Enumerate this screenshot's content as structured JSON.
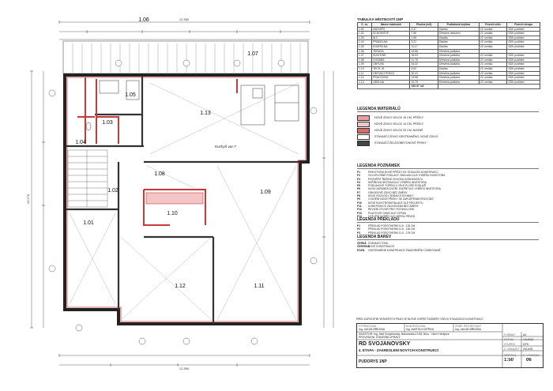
{
  "drawing": {
    "rooms": [
      {
        "id": "1.05",
        "label": "1.05"
      },
      {
        "id": "1.04",
        "label": "1.04"
      },
      {
        "id": "1.03",
        "label": "1.03"
      },
      {
        "id": "1.13",
        "label": "1.13"
      },
      {
        "id": "1.06",
        "label": "1.06"
      },
      {
        "id": "1.07",
        "label": "1.07"
      },
      {
        "id": "1.08",
        "label": "1.08"
      },
      {
        "id": "1.02",
        "label": "1.02"
      },
      {
        "id": "1.09",
        "label": "1.09"
      },
      {
        "id": "1.10",
        "label": "1.10"
      },
      {
        "id": "1.01",
        "label": "1.01"
      },
      {
        "id": "1.12",
        "label": "1.12"
      },
      {
        "id": "1.11",
        "label": "1.11"
      }
    ],
    "annotation_kuchyn": "Kuchyň var.7",
    "top_dimension": "12.360",
    "bottom_dimension": "12.360",
    "left_dimension": "13.170"
  },
  "room_table": {
    "title": "TABULKA MÍSTNOSTÍ 1NP",
    "headers": [
      "Č. m.",
      "Název místnosti",
      "Plocha (m2)",
      "Podlahová krytina",
      "Povrch stěn",
      "Povrch stropu"
    ],
    "rows": [
      [
        "1.01",
        "ZÁDVEŘÍ",
        "4.37",
        "Dlažba",
        "VC omítka",
        "SDK podhled"
      ],
      [
        "1.02",
        "SCHODIŠTĚ",
        "7.55",
        "Dřevěné obložení",
        "VC omítka",
        "SDK podhled"
      ],
      [
        "1.03",
        "W.C.",
        "1.55",
        "Dlažba",
        "VC omítka",
        "SDK podhled"
      ],
      [
        "1.04",
        "PRÁDELNA",
        "3.21",
        "Dlažba",
        "VC omítka",
        "SDK podhled"
      ],
      [
        "1.05",
        "KOUPELNA",
        "11.17",
        "Dlažba",
        "VC omítka",
        "SDK podhled"
      ],
      [
        "1.06",
        "TERASA",
        "43.56",
        "Dřevěná podlaha",
        "",
        ""
      ],
      [
        "1.07",
        "KUCHYNĚ",
        "18.93",
        "Dřevěná podlaha",
        "VC omítka",
        "SDK podhled"
      ],
      [
        "1.08",
        "CHODBA",
        "11.78",
        "Dřevěná podlaha",
        "VC omítka",
        "SDK podhled"
      ],
      [
        "1.09",
        "OBÝVÁK",
        "34.32",
        "Dřevěná podlaha",
        "VC omítka",
        "SDK podhled"
      ],
      [
        "1.10",
        "TECH. M.",
        "3.62",
        "Dlažba",
        "VC omítka",
        "SDK podhled"
      ],
      [
        "1.11",
        "OBÝVACÍ POKOJ",
        "20.41",
        "Dřevěná podlaha",
        "VC omítka",
        "SDK podhled"
      ],
      [
        "1.12",
        "PRACOVNA",
        "13.58",
        "Dřevěná podlaha",
        "VC omítka",
        "SDK podhled"
      ],
      [
        "1.13",
        "JÍDELNA",
        "13.75",
        "Dřevěná podlaha",
        "VC omítka",
        "SDK podhled"
      ]
    ],
    "total": "192.97 m2"
  },
  "legend_materials": {
    "title": "LEGENDA MATERIÁLŮ",
    "items": [
      {
        "text": "NOVÉ ZDIVO VELOX 15 CM, PŘÍČKY",
        "color": "#e8a0a0"
      },
      {
        "text": "NOVÉ ZDIVO VELOX 10 CM, PŘÍČKY",
        "color": "#f2c6c6"
      },
      {
        "text": "NOVÉ ZDIVO VELOX 25 CM, NOSNÉ",
        "color": "#d96a6a"
      },
      {
        "text": "STÁVAJÍCÍ ZDIVO ODSTRANĚNO, NOVÉ ZDIVO",
        "color": "#ffffff"
      },
      {
        "text": "STÁVAJÍCÍ ŽELEZOBETONOVÉ PRVKY",
        "color": "#444444"
      }
    ]
  },
  "legend_notes": {
    "title": "LEGENDA POZNÁMEK",
    "items": [
      {
        "code": "P1",
        "text": "PRIKOTVENÍ NOVÉ PŘÍČKY KE STÁVAJÍCÍ KONSTRUKCI"
      },
      {
        "code": "P2",
        "text": "CELOPLOŠNÉ PODLAHY OBKLADU DLE VÝBĚRU INVESTORA"
      },
      {
        "code": "P3",
        "text": "PROVĚŘIT ŘEŠENÍ ODVODU KONDENZÁTU"
      },
      {
        "code": "P4",
        "text": "SKŘÍŇOVÁ SESTAVA DLE VÝBĚRU INVESTORA"
      },
      {
        "code": "P5",
        "text": "PODLAHOVÉ TOPENÍ V CELÉ PLOŠE PODLAŽÍ"
      },
      {
        "code": "P6",
        "text": "NOVÁ ZÁRUBEŇ DVEŘÍ, DVEŘE DLE VÝBĚRU INVESTORA"
      },
      {
        "code": "P7",
        "text": "OBVODOVÉ ZDIVO BEZ ZMĚNY"
      },
      {
        "code": "P8",
        "text": "NOVÉ ROZVODY ZDRAVOTECHNIKY"
      },
      {
        "code": "P9",
        "text": "VYZDĚNÍ NOVÉ PŘÍČKY SE ZAPUŠTĚNÍM ROZVODŮ"
      },
      {
        "code": "P10",
        "text": "NOVÉ ELEKTROINSTALACE DLE PROJEKTU"
      },
      {
        "code": "P11",
        "text": "KONSTRUKCE ZACHOVÁNA BEZ ZMĚNY"
      },
      {
        "code": "P12",
        "text": "REVIZNÍ OTVOR PRO TECHNOLOGIE"
      },
      {
        "code": "P13",
        "text": "PLASTOVÉ OKNO DLE VÝPISU"
      },
      {
        "code": "P14",
        "text": "VSTUPNÍ DVEŘE DLE VÝPISU PRVKŮ"
      }
    ]
  },
  "legend_lintels": {
    "title": "LEGENDA PŘEKLADŮ",
    "items": [
      {
        "code": "P1",
        "text": "PŘEKLAD POROTHERM 11.5 - 125 CM"
      },
      {
        "code": "P2",
        "text": "PŘEKLAD POROTHERM 11.5 - 150 CM"
      },
      {
        "code": "P3",
        "text": "PŘEKLAD POROTHERM 11.5 - 175 CM"
      }
    ]
  },
  "legend_colors": {
    "title": "LEGENDA BAREV",
    "items": [
      {
        "code": "ČERNÁ",
        "text": "STÁVAJÍCÍ STAV"
      },
      {
        "code": "ČERVENÁ",
        "text": "NOVÉ KONSTRUKCE"
      },
      {
        "code": "POZN.",
        "text": "ODSTRANĚNÉ KONSTRUKCE ZNÁZORNĚNY ČÁRKOVANĚ"
      }
    ]
  },
  "title_block": {
    "note": "PŘED ZAPOČETÍM VEŠKERÝCH PRACÍ JE NUTNÉ OVĚŘIT ROZMĚRY VŠECH STÁVAJÍCÍCH KONSTRUKCÍ",
    "author_label": "VYPRACOVAL",
    "author": "Ing. JAKUB BŘEZINA",
    "checked_label": "KONTROLOVAL",
    "checked": "Ing. MARTIN KOPŘIVA",
    "designer_label": "ZODP. PROJEKTANT",
    "designer": "Ing. JAKUB BŘEZINA",
    "investor": "INVESTOR: Ing. Aleš Svojanovský, Bašnovská 47/28, Brno - Horní Heršpice",
    "place": "PROVEDENÍ: STAVEBNÍ ÚPRAVY",
    "project_title": "RD SVOJANOVSKÝ",
    "project_subtitle": "4. ETAPA - ZAKRESLENÍ NOVÝCH KONSTRUKCÍ",
    "drawing_title": "PŮDORYS 1NP",
    "format_label": "FORMÁT",
    "format": "A3",
    "date_label": "DATUM",
    "date": "4.6.2012",
    "stage_label": "STUPEŇ",
    "stage": "DPS",
    "order_label": "Č. ZAKÁZKY",
    "order": "2012/05",
    "scale_label": "MĚŘÍTKO",
    "scale": "1:50",
    "sheet_label": "Č. VÝKRESU",
    "sheet": "06"
  }
}
